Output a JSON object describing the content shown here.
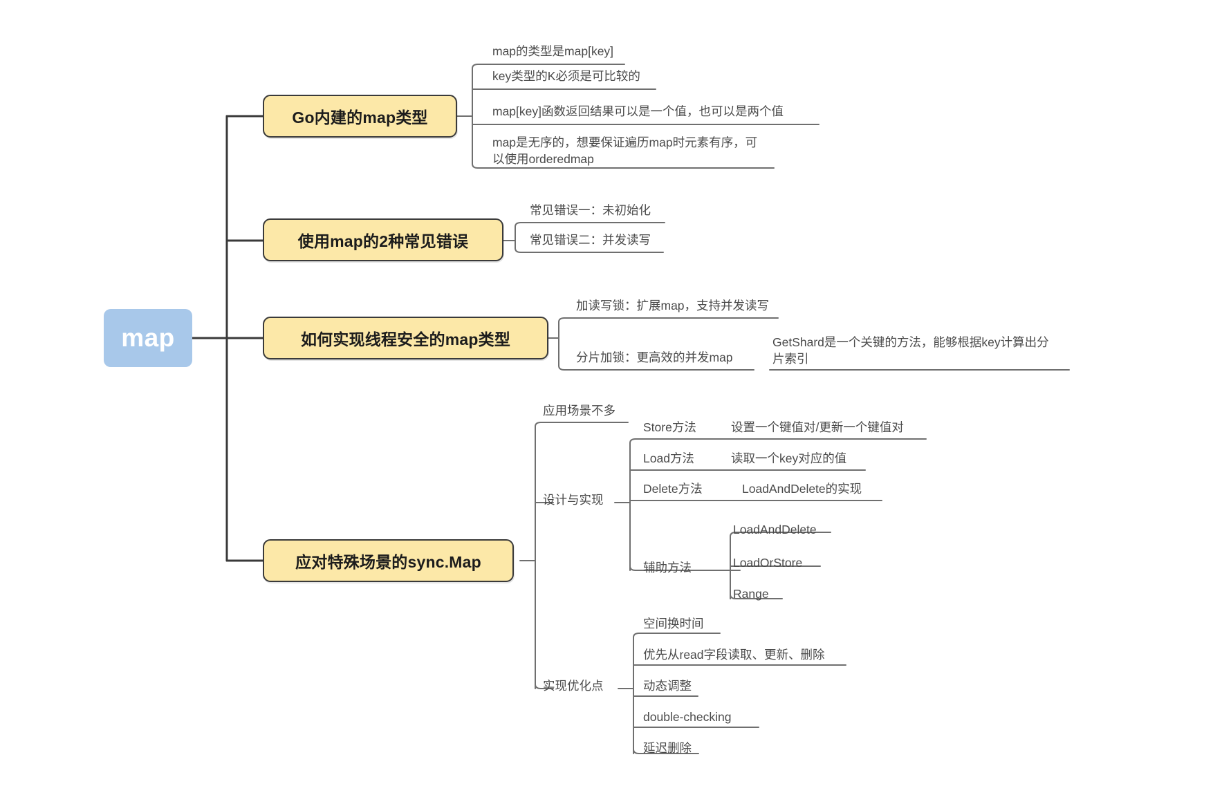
{
  "diagram": {
    "type": "mindmap",
    "title": "map",
    "colors": {
      "root_fill": "#a8c8ea",
      "root_text": "#ffffff",
      "topic_fill": "#fce8a8",
      "topic_border": "#3a3a3a",
      "leaf_text": "#4a4a4a",
      "edge": "#3a3a3a",
      "leaf_edge": "#6f6f6f",
      "background": "#ffffff"
    }
  },
  "root": {
    "label": "map"
  },
  "branches": [
    {
      "label": "Go内建的map类型",
      "children": [
        {
          "label": "map的类型是map[key]"
        },
        {
          "label": "key类型的K必须是可比较的"
        },
        {
          "label": "map[key]函数返回结果可以是一个值，也可以是两个值"
        },
        {
          "label": "map是无序的，想要保证遍历map时元素有序，可\n以使用orderedmap"
        }
      ]
    },
    {
      "label": "使用map的2种常见错误",
      "children": [
        {
          "label": "常见错误一：未初始化"
        },
        {
          "label": "常见错误二：并发读写"
        }
      ]
    },
    {
      "label": "如何实现线程安全的map类型",
      "children": [
        {
          "label": "加读写锁：扩展map，支持并发读写"
        },
        {
          "label": "分片加锁：更高效的并发map",
          "children": [
            {
              "label": "GetShard是一个关键的方法，能够根据key计算出分\n片索引"
            }
          ]
        }
      ]
    },
    {
      "label": "应对特殊场景的sync.Map",
      "children": [
        {
          "label": "应用场景不多"
        },
        {
          "label": "设计与实现",
          "children": [
            {
              "label": "Store方法",
              "detail": "设置一个键值对/更新一个键值对"
            },
            {
              "label": "Load方法",
              "detail": "读取一个key对应的值"
            },
            {
              "label": "Delete方法",
              "detail": "LoadAndDelete的实现"
            },
            {
              "label": "辅助方法",
              "children": [
                {
                  "label": "LoadAndDelete"
                },
                {
                  "label": "LoadOrStore"
                },
                {
                  "label": "Range"
                }
              ]
            }
          ]
        },
        {
          "label": "实现优化点",
          "children": [
            {
              "label": "空间换时间"
            },
            {
              "label": "优先从read字段读取、更新、删除"
            },
            {
              "label": "动态调整"
            },
            {
              "label": "double-checking"
            },
            {
              "label": "延迟删除"
            }
          ]
        }
      ]
    }
  ]
}
